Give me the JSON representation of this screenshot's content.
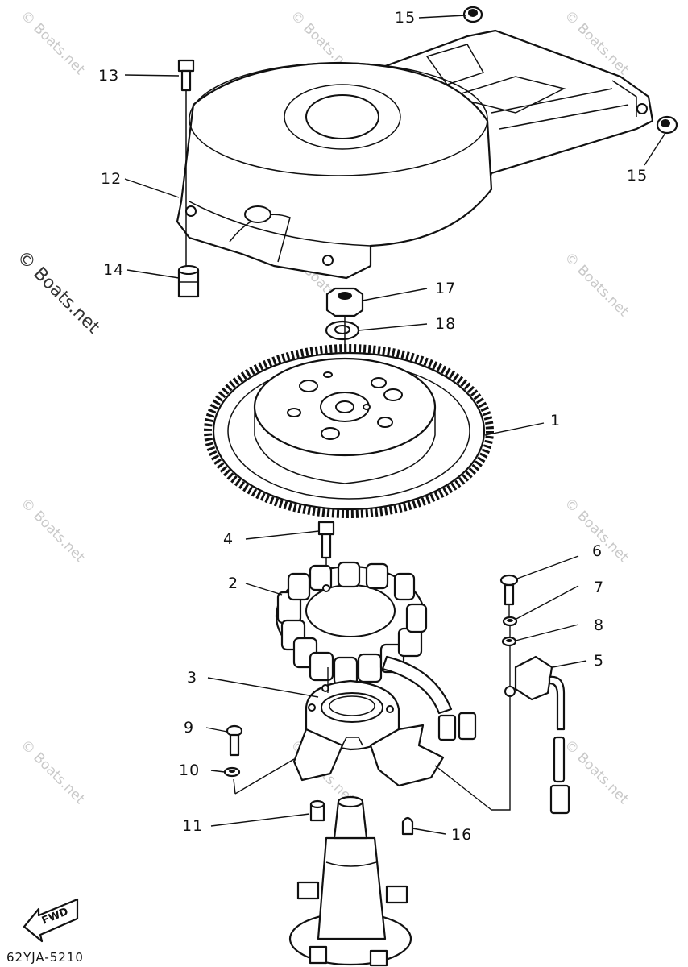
{
  "watermark": {
    "text": "© Boats.net"
  },
  "diagram_code": "62YJA-5210",
  "direction_label": "FWD",
  "callouts": [
    {
      "id": "c1",
      "label": "1"
    },
    {
      "id": "c2",
      "label": "2"
    },
    {
      "id": "c3",
      "label": "3"
    },
    {
      "id": "c4",
      "label": "4"
    },
    {
      "id": "c5",
      "label": "5"
    },
    {
      "id": "c6",
      "label": "6"
    },
    {
      "id": "c7",
      "label": "7"
    },
    {
      "id": "c8",
      "label": "8"
    },
    {
      "id": "c9",
      "label": "9"
    },
    {
      "id": "c10",
      "label": "10"
    },
    {
      "id": "c11",
      "label": "11"
    },
    {
      "id": "c12",
      "label": "12"
    },
    {
      "id": "c13",
      "label": "13"
    },
    {
      "id": "c14",
      "label": "14"
    },
    {
      "id": "c15a",
      "label": "15"
    },
    {
      "id": "c15b",
      "label": "15"
    },
    {
      "id": "c16",
      "label": "16"
    },
    {
      "id": "c17",
      "label": "17"
    },
    {
      "id": "c18",
      "label": "18"
    }
  ]
}
